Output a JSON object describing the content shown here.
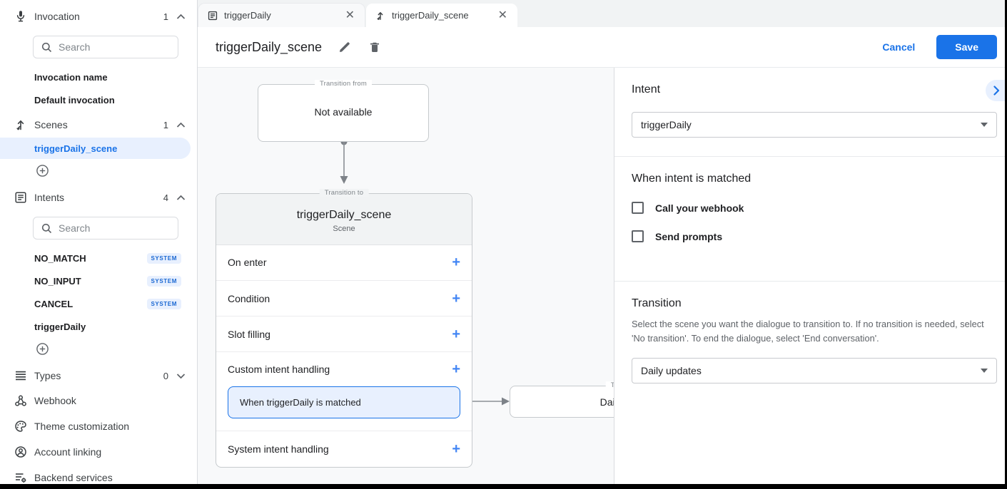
{
  "icons": {
    "close": "✕",
    "plus": "+"
  },
  "colors": {
    "accent": "#1a73e8",
    "accent_light": "#e8f0fe",
    "badge_text": "#1967d2",
    "canvas_bg": "#f8f9fa",
    "save_bg": "#1a73e8"
  },
  "sidebar": {
    "invocation": {
      "label": "Invocation",
      "count": "1",
      "search_placeholder": "Search",
      "items": [
        "Invocation name",
        "Default invocation"
      ]
    },
    "scenes": {
      "label": "Scenes",
      "count": "1",
      "selected_item": "triggerDaily_scene"
    },
    "intents": {
      "label": "Intents",
      "count": "4",
      "search_placeholder": "Search",
      "items": [
        {
          "name": "NO_MATCH",
          "badge": "SYSTEM"
        },
        {
          "name": "NO_INPUT",
          "badge": "SYSTEM"
        },
        {
          "name": "CANCEL",
          "badge": "SYSTEM"
        },
        {
          "name": "triggerDaily",
          "badge": ""
        }
      ]
    },
    "types": {
      "label": "Types",
      "count": "0"
    },
    "webhook_label": "Webhook",
    "theme_label": "Theme customization",
    "account_label": "Account linking",
    "backend_label": "Backend services"
  },
  "tabs": {
    "tab1": "triggerDaily",
    "tab2": "triggerDaily_scene"
  },
  "header": {
    "title": "triggerDaily_scene",
    "cancel_label": "Cancel",
    "save_label": "Save"
  },
  "canvas": {
    "transition_from": {
      "legend": "Transition from",
      "text": "Not available"
    },
    "scene": {
      "legend": "Transition to",
      "title": "triggerDaily_scene",
      "subtitle": "Scene",
      "sections": [
        "On enter",
        "Condition",
        "Slot filling",
        "Custom intent handling",
        "System intent handling"
      ],
      "matched_label": "When triggerDaily is matched"
    },
    "target": {
      "legend": "Transition to",
      "text": "Daily updates"
    }
  },
  "panel": {
    "intent_heading": "Intent",
    "intent_value": "triggerDaily",
    "matched_heading": "When intent is matched",
    "checkbox1": "Call your webhook",
    "checkbox2": "Send prompts",
    "transition_heading": "Transition",
    "transition_description": "Select the scene you want the dialogue to transition to. If no transition is needed, select 'No transition'. To end the dialogue, select 'End conversation'.",
    "transition_value": "Daily updates"
  }
}
